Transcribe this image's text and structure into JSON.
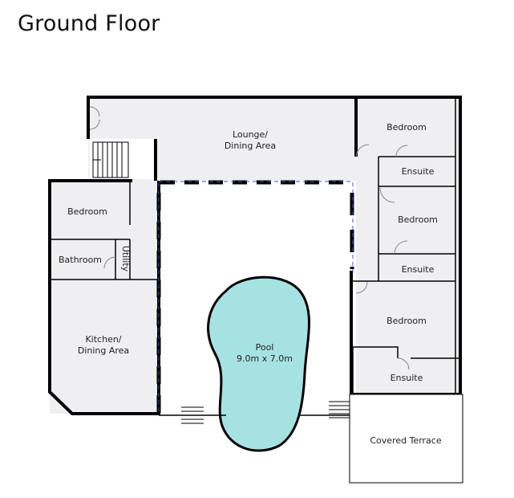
{
  "title": "Ground Floor",
  "rooms": {
    "lounge": [
      "Lounge/",
      "Dining Area"
    ],
    "bedroom_top": "Bedroom",
    "ensuite_top": "Ensuite",
    "bedroom_mid": "Bedroom",
    "ensuite_mid": "Ensuite",
    "bedroom_bottom": "Bedroom",
    "ensuite_bottom": "Ensuite",
    "bedroom_left": "Bedroom",
    "bathroom": "Bathroom",
    "utility": "Utility",
    "kitchen": [
      "Kitchen/",
      "Dining Area"
    ],
    "pool": [
      "Pool",
      "9.0m x 7.0m"
    ],
    "terrace": "Covered Terrace"
  },
  "colors": {
    "pool": "#a7e2e3",
    "room": "#efeff1",
    "wall": "#000000"
  }
}
